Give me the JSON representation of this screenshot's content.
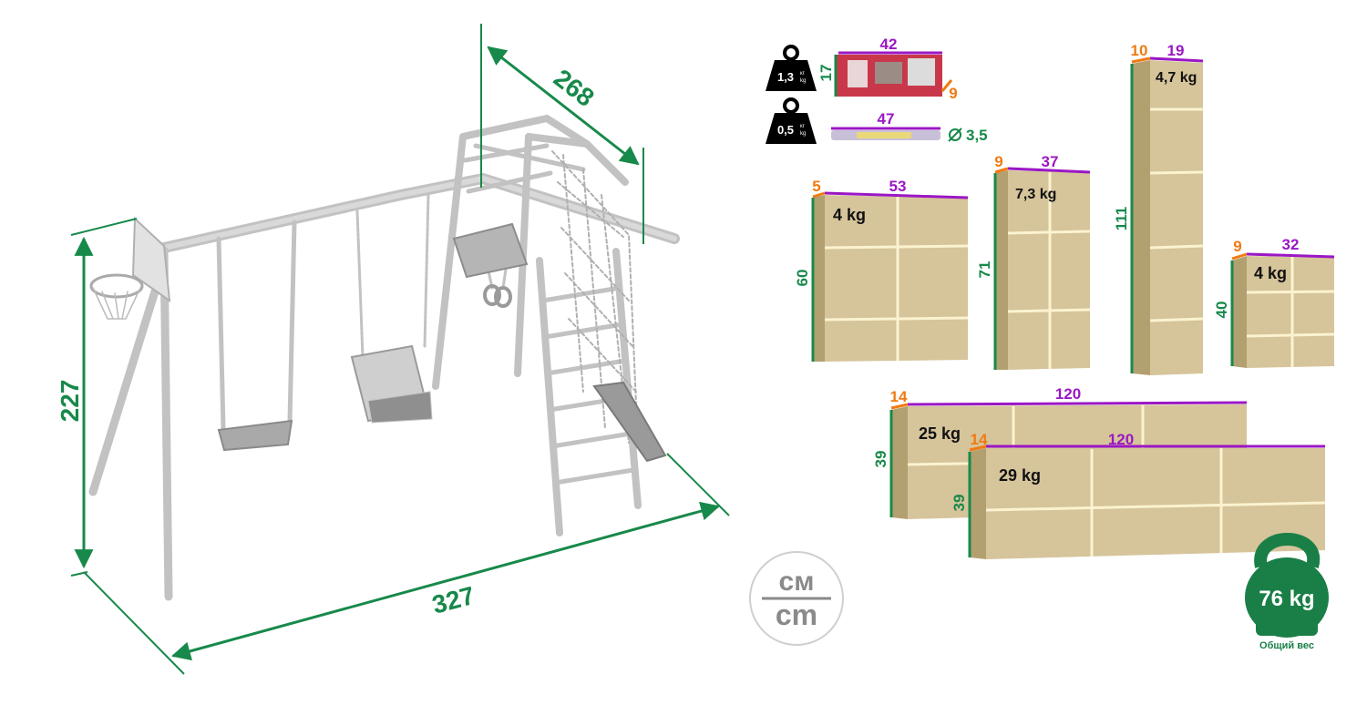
{
  "colors": {
    "green": "#17894a",
    "purple": "#9a17c4",
    "orange": "#f07a12",
    "box": "#d6c49a",
    "box_side": "#b3a070",
    "tape": "#fbf3d0",
    "frame": "#c8c8c8",
    "weight": "#000000",
    "kettlebell": "#1a7f47"
  },
  "dimensions": {
    "height": "227",
    "width": "327",
    "depth": "268"
  },
  "small_items": [
    {
      "weight": "1,3",
      "unit_top": "кг",
      "unit_bottom": "kg",
      "length": "42",
      "height": "17",
      "thickness": "9"
    },
    {
      "weight": "0,5",
      "unit_top": "кг",
      "unit_bottom": "kg",
      "length": "47",
      "diameter": "3,5"
    }
  ],
  "boxes": [
    {
      "depth": "5",
      "length": "53",
      "height": "60",
      "weight": "4 kg"
    },
    {
      "depth": "9",
      "length": "37",
      "height": "71",
      "weight": "7,3 kg"
    },
    {
      "depth": "10",
      "length": "19",
      "height": "111",
      "weight": "4,7 kg"
    },
    {
      "depth": "9",
      "length": "32",
      "height": "40",
      "weight": "4 kg"
    },
    {
      "depth": "14",
      "length": "120",
      "height": "39",
      "weight": "25 kg"
    },
    {
      "depth": "14",
      "length": "120",
      "height": "39",
      "weight": "29 kg"
    }
  ],
  "units": {
    "top": "см",
    "bottom": "cm"
  },
  "total": {
    "weight": "76 kg",
    "label": "Общий вес"
  }
}
